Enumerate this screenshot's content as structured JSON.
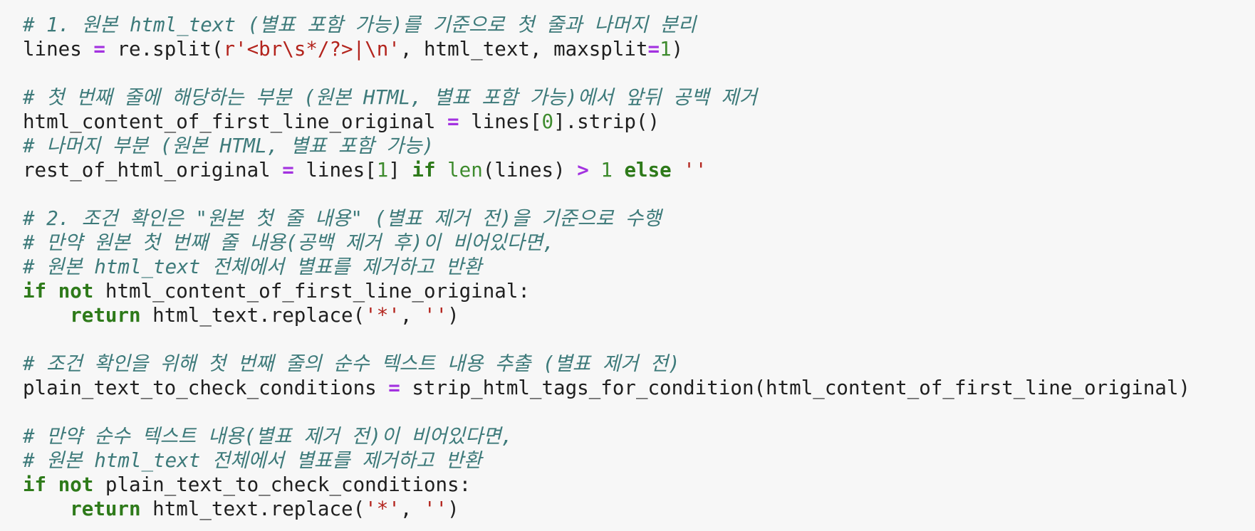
{
  "colors": {
    "background": "#f7f7f7",
    "plain": "#1f1f1f",
    "comment": "#3d7a7a",
    "operator": "#a332e0",
    "string": "#b3241d",
    "number": "#3e8b2e",
    "keyword": "#2e7a1a",
    "builtin": "#3e8b2e"
  },
  "code": {
    "lines": [
      [
        {
          "t": "comment",
          "v": "# 1. 원본 html_text (별표 포함 가능)를 기준으로 첫 줄과 나머지 분리"
        }
      ],
      [
        {
          "t": "plain",
          "v": "lines "
        },
        {
          "t": "op",
          "v": "="
        },
        {
          "t": "plain",
          "v": " re.split("
        },
        {
          "t": "string",
          "v": "r'<br\\s*/?>|\\n'"
        },
        {
          "t": "plain",
          "v": ", html_text, maxsplit"
        },
        {
          "t": "op",
          "v": "="
        },
        {
          "t": "number",
          "v": "1"
        },
        {
          "t": "plain",
          "v": ")"
        }
      ],
      [],
      [
        {
          "t": "comment",
          "v": "# 첫 번째 줄에 해당하는 부분 (원본 HTML, 별표 포함 가능)에서 앞뒤 공백 제거"
        }
      ],
      [
        {
          "t": "plain",
          "v": "html_content_of_first_line_original "
        },
        {
          "t": "op",
          "v": "="
        },
        {
          "t": "plain",
          "v": " lines["
        },
        {
          "t": "number",
          "v": "0"
        },
        {
          "t": "plain",
          "v": "].strip()"
        }
      ],
      [
        {
          "t": "comment",
          "v": "# 나머지 부분 (원본 HTML, 별표 포함 가능)"
        }
      ],
      [
        {
          "t": "plain",
          "v": "rest_of_html_original "
        },
        {
          "t": "op",
          "v": "="
        },
        {
          "t": "plain",
          "v": " lines["
        },
        {
          "t": "number",
          "v": "1"
        },
        {
          "t": "plain",
          "v": "] "
        },
        {
          "t": "keyword",
          "v": "if"
        },
        {
          "t": "plain",
          "v": " "
        },
        {
          "t": "builtin",
          "v": "len"
        },
        {
          "t": "plain",
          "v": "(lines) "
        },
        {
          "t": "op",
          "v": ">"
        },
        {
          "t": "plain",
          "v": " "
        },
        {
          "t": "number",
          "v": "1"
        },
        {
          "t": "plain",
          "v": " "
        },
        {
          "t": "keyword",
          "v": "else"
        },
        {
          "t": "plain",
          "v": " "
        },
        {
          "t": "string",
          "v": "''"
        }
      ],
      [],
      [
        {
          "t": "comment",
          "v": "# 2. 조건 확인은 \"원본 첫 줄 내용\" (별표 제거 전)을 기준으로 수행"
        }
      ],
      [
        {
          "t": "comment",
          "v": "# 만약 원본 첫 번째 줄 내용(공백 제거 후)이 비어있다면,"
        }
      ],
      [
        {
          "t": "comment",
          "v": "# 원본 html_text 전체에서 별표를 제거하고 반환"
        }
      ],
      [
        {
          "t": "keyword",
          "v": "if"
        },
        {
          "t": "plain",
          "v": " "
        },
        {
          "t": "keyword",
          "v": "not"
        },
        {
          "t": "plain",
          "v": " html_content_of_first_line_original:"
        }
      ],
      [
        {
          "t": "plain",
          "v": "    "
        },
        {
          "t": "keyword",
          "v": "return"
        },
        {
          "t": "plain",
          "v": " html_text.replace("
        },
        {
          "t": "string",
          "v": "'*'"
        },
        {
          "t": "plain",
          "v": ", "
        },
        {
          "t": "string",
          "v": "''"
        },
        {
          "t": "plain",
          "v": ")"
        }
      ],
      [],
      [
        {
          "t": "comment",
          "v": "# 조건 확인을 위해 첫 번째 줄의 순수 텍스트 내용 추출 (별표 제거 전)"
        }
      ],
      [
        {
          "t": "plain",
          "v": "plain_text_to_check_conditions "
        },
        {
          "t": "op",
          "v": "="
        },
        {
          "t": "plain",
          "v": " strip_html_tags_for_condition(html_content_of_first_line_original)"
        }
      ],
      [],
      [
        {
          "t": "comment",
          "v": "# 만약 순수 텍스트 내용(별표 제거 전)이 비어있다면,"
        }
      ],
      [
        {
          "t": "comment",
          "v": "# 원본 html_text 전체에서 별표를 제거하고 반환"
        }
      ],
      [
        {
          "t": "keyword",
          "v": "if"
        },
        {
          "t": "plain",
          "v": " "
        },
        {
          "t": "keyword",
          "v": "not"
        },
        {
          "t": "plain",
          "v": " plain_text_to_check_conditions:"
        }
      ],
      [
        {
          "t": "plain",
          "v": "    "
        },
        {
          "t": "keyword",
          "v": "return"
        },
        {
          "t": "plain",
          "v": " html_text.replace("
        },
        {
          "t": "string",
          "v": "'*'"
        },
        {
          "t": "plain",
          "v": ", "
        },
        {
          "t": "string",
          "v": "''"
        },
        {
          "t": "plain",
          "v": ")"
        }
      ]
    ]
  }
}
